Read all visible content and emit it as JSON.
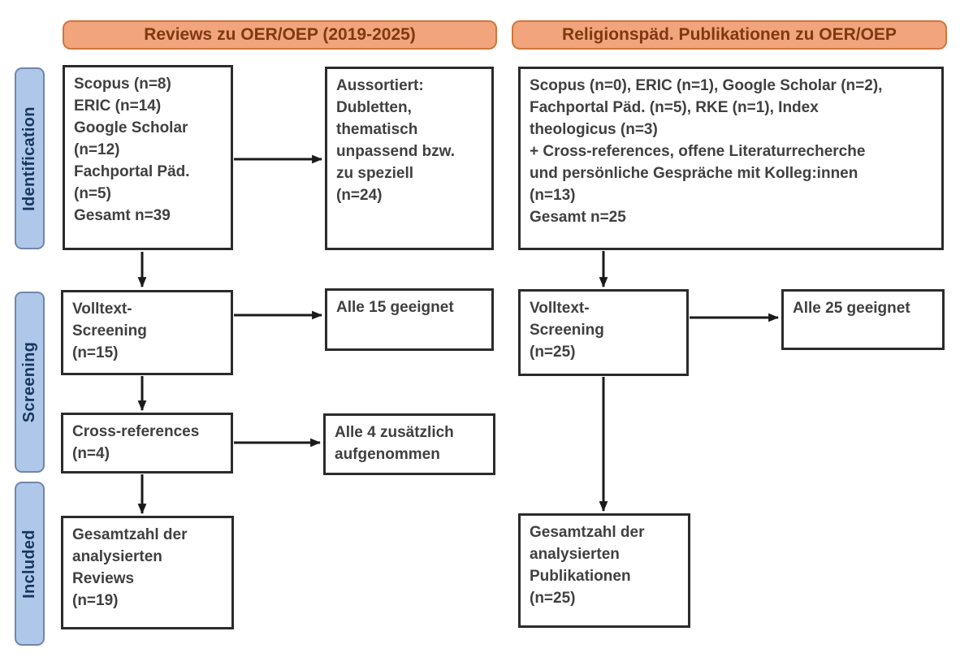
{
  "headers": {
    "left": "Reviews zu OER/OEP (2019-2025)",
    "right": "Religionspäd. Publikationen zu OER/OEP"
  },
  "stage_labels": {
    "identification": "Identification",
    "screening": "Screening",
    "included": "Included"
  },
  "boxes": {
    "left_identification_sources": "Scopus (n=8)\nERIC (n=14)\nGoogle Scholar\n(n=12)\nFachportal Päd.\n(n=5)\nGesamt n=39",
    "left_identification_excluded": "Aussortiert:\nDubletten,\nthematisch\nunpassend bzw.\nzu speziell\n(n=24)",
    "left_screening_fulltext": "Volltext-\nScreening\n(n=15)",
    "left_screening_eligible": "Alle 15 geeignet",
    "left_screening_crossreferences": "Cross-references\n(n=4)",
    "left_screening_added": "Alle 4 zusätzlich\naufgenommen",
    "left_included_total": "Gesamtzahl der\nanalysierten\nReviews\n(n=19)",
    "right_identification_sources": "Scopus (n=0), ERIC (n=1), Google Scholar (n=2),\nFachportal Päd. (n=5), RKE (n=1), Index\ntheologicus (n=3)\n+ Cross-references, offene Literaturrecherche\nund persönliche Gespräche mit Kolleg:innen\n(n=13)\nGesamt n=25",
    "right_screening_fulltext": "Volltext-\nScreening\n(n=25)",
    "right_screening_eligible": "Alle 25 geeignet",
    "right_included_total": "Gesamtzahl der\nanalysierten\nPublikationen\n(n=25)"
  },
  "colors": {
    "header_fill": "#f2a57c",
    "header_border": "#d0753c",
    "header_text": "#7e3910",
    "stage_fill": "#afc7e8",
    "stage_border": "#6f87a8",
    "stage_text": "#17375e",
    "box_border": "#2b2b2b",
    "box_text": "#404040",
    "arrow": "#1a1a1a"
  }
}
